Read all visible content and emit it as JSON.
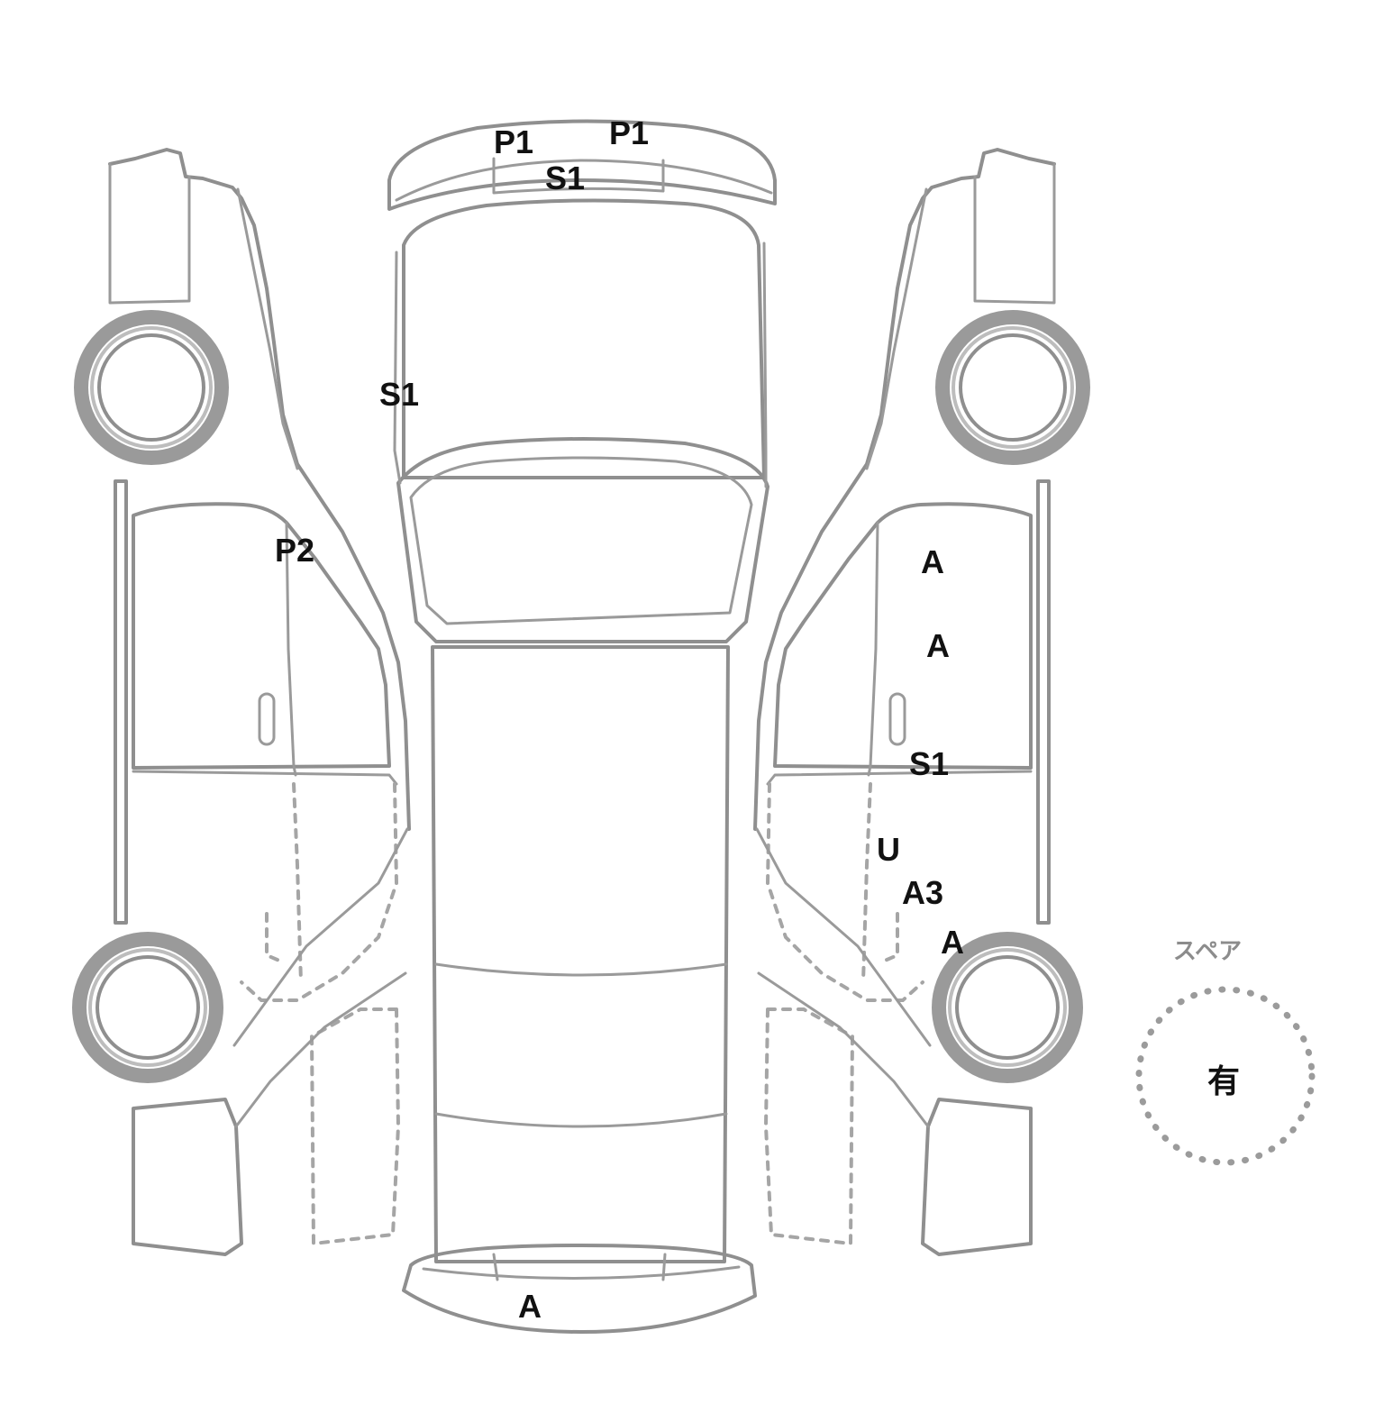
{
  "damage_marks": [
    {
      "code": "P1",
      "location": "front-bumper-left"
    },
    {
      "code": "P1",
      "location": "front-bumper-right"
    },
    {
      "code": "S1",
      "location": "front-bumper-center"
    },
    {
      "code": "S1",
      "location": "hood-left-edge"
    },
    {
      "code": "P2",
      "location": "left-front-door"
    },
    {
      "code": "A",
      "location": "right-front-door-upper"
    },
    {
      "code": "A",
      "location": "right-front-door-middle"
    },
    {
      "code": "S1",
      "location": "right-door-beltline"
    },
    {
      "code": "U",
      "location": "right-rear-door"
    },
    {
      "code": "A3",
      "location": "right-rear-door-lower"
    },
    {
      "code": "A",
      "location": "right-rear-quarter"
    },
    {
      "code": "A",
      "location": "rear-bumper"
    }
  ],
  "spare": {
    "title": "スペア",
    "value": "有"
  }
}
